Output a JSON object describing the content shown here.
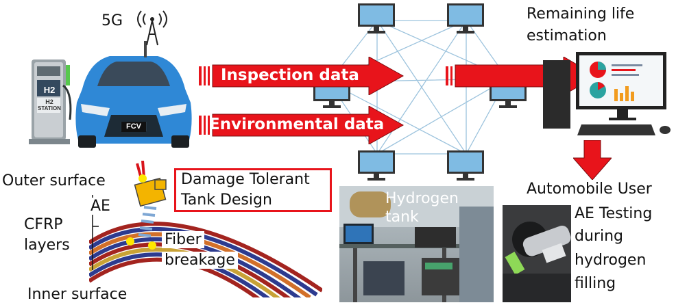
{
  "labels": {
    "signal": "5G",
    "remaining_life": [
      "Remaining life",
      "estimation"
    ],
    "inspection_data": "Inspection data",
    "environmental_data": "Environmental data",
    "outer_surface": "Outer surface",
    "damage_tolerant": [
      "Damage Tolerant",
      "Tank Design"
    ],
    "ae": "AE",
    "cfrp": [
      "CFRP",
      "layers"
    ],
    "fiber_breakage": [
      "Fiber",
      "breakage"
    ],
    "inner_surface": "Inner surface",
    "hydrogen_tank": [
      "Hydrogen",
      "tank"
    ],
    "automobile_user": "Automobile User",
    "ae_testing": [
      "AE Testing",
      "during",
      "hydrogen",
      "filling"
    ]
  },
  "car": {
    "badge": "FCV",
    "station_sign": "H2",
    "station_sub": [
      "H2",
      "STATION"
    ]
  },
  "colors": {
    "arrow_red": "#e8141b",
    "car_blue": "#2f88d6",
    "frame_red": "#e8141b",
    "network_line": "#9cc3dd"
  },
  "icons": [
    "antenna-icon",
    "computer-monitor-icon",
    "desktop-pc-icon",
    "fuel-cell-vehicle-icon",
    "hydrogen-station-icon"
  ]
}
